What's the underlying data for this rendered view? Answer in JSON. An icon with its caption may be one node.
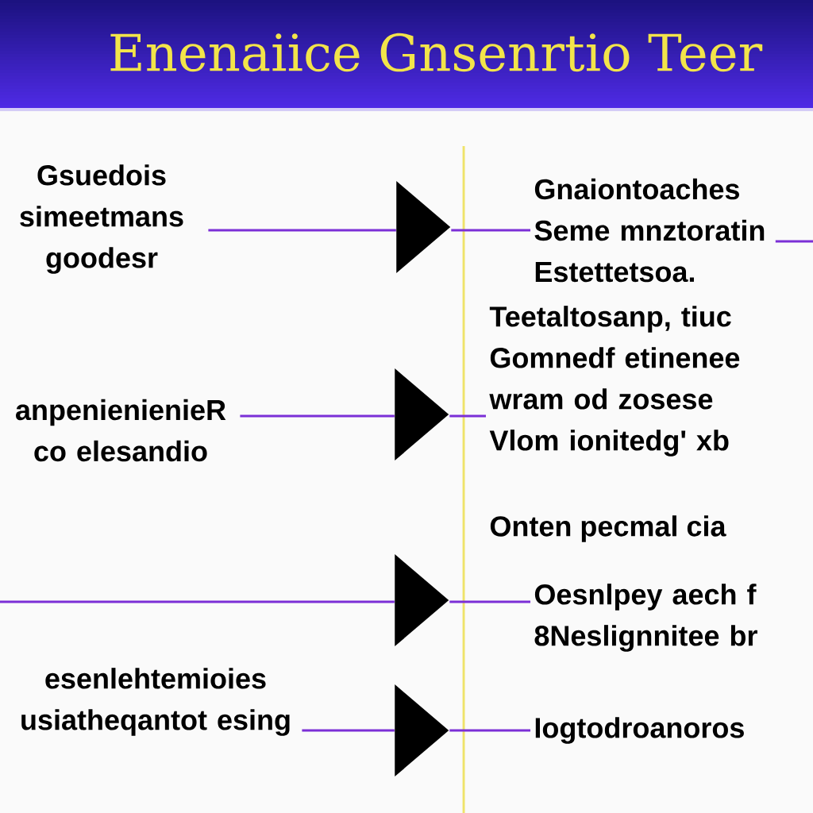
{
  "diagram": {
    "title": "Enenaiice Gnsenrtio Teer",
    "nodes": [
      {
        "text": [
          "Gsuedois simeetmans goodesr"
        ]
      },
      {
        "text": [
          "anpenienienieR co elesandio"
        ]
      },
      {
        "text": [
          "esenlehtemioies usiatheqantot esing"
        ]
      },
      {
        "text": [],
        "shape": "triangle"
      },
      {
        "text": [],
        "shape": "triangle"
      },
      {
        "text": [],
        "shape": "triangle"
      },
      {
        "text": [],
        "shape": "triangle"
      },
      {
        "text": [
          "Gnaiontoaches Seme mnztoratin Estettetsoa."
        ]
      },
      {
        "text": [
          "Teetaltosanp, tiuc Gomnedf etinenee wram od zosese Vlom ionitedg' xb"
        ]
      },
      {
        "text": [
          "Oesnlpey aech f 8Neslignnitee br"
        ]
      },
      {
        "text": [
          "Iogtodroanoros"
        ]
      }
    ],
    "edges": [
      {
        "from": 0,
        "to": 3,
        "arrow": "none"
      },
      {
        "from": 3,
        "to": 7,
        "arrow": "none"
      },
      {
        "from": 7,
        "to": null,
        "arrow": "none"
      },
      {
        "from": 1,
        "to": 4,
        "arrow": "none"
      },
      {
        "from": 4,
        "to": 8,
        "arrow": "none"
      },
      {
        "from": null,
        "to": 5,
        "arrow": "none"
      },
      {
        "from": 5,
        "to": 9,
        "arrow": "none"
      },
      {
        "from": 2,
        "to": 6,
        "arrow": "none"
      },
      {
        "from": 6,
        "to": 10,
        "arrow": "none"
      }
    ],
    "labels": [
      "Onten pecmal cia"
    ]
  }
}
